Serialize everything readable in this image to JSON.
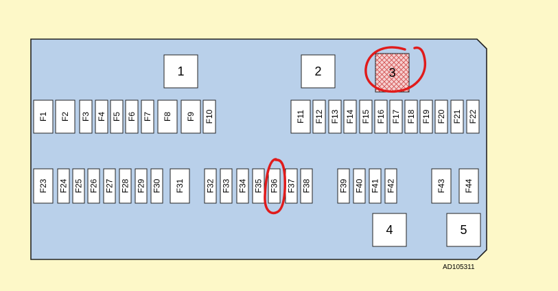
{
  "panel": {
    "fill_color": "#b9d0ea",
    "relays": [
      {
        "label": "1",
        "highlighted": false
      },
      {
        "label": "2",
        "highlighted": false
      },
      {
        "label": "3",
        "highlighted": true
      },
      {
        "label": "4",
        "highlighted": false
      },
      {
        "label": "5",
        "highlighted": false
      }
    ],
    "fuses_top": [
      "F1",
      "F2",
      "F3",
      "F4",
      "F5",
      "F6",
      "F7",
      "F8",
      "F9",
      "F10",
      "F11",
      "F12",
      "F13",
      "F14",
      "F15",
      "F16",
      "F17",
      "F18",
      "F19",
      "F20",
      "F21",
      "F22"
    ],
    "fuses_bottom": [
      "F23",
      "F24",
      "F25",
      "F26",
      "F27",
      "F28",
      "F29",
      "F30",
      "F31",
      "F32",
      "F33",
      "F34",
      "F35",
      "F36",
      "F37",
      "F38",
      "F39",
      "F40",
      "F41",
      "F42",
      "F43",
      "F44"
    ],
    "highlighted_fuse": "F36",
    "highlight_color": "#e01b1b"
  },
  "footer_code": "AD105311"
}
